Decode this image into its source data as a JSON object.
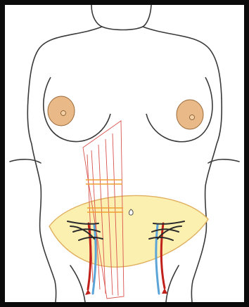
{
  "figure": {
    "caption": "",
    "colors": {
      "frame": "#0b0b0b",
      "outline": "#3a3a3a",
      "areola": "#e9b987",
      "areola_stroke": "#9a6a3a",
      "flap": "#fbf0b0",
      "flap_stroke": "#e0b060",
      "muscle": "#d9534f",
      "band": "#f0a030",
      "artery": "#c0211b",
      "vein": "#5aa4d8",
      "perforator": "#2b2b2b"
    },
    "elements": [
      "torso-outline",
      "left-breast",
      "right-breast",
      "rectus-muscle-strip",
      "abdominal-flap",
      "umbilicus",
      "left-vascular-pedicle",
      "right-vascular-pedicle"
    ]
  }
}
